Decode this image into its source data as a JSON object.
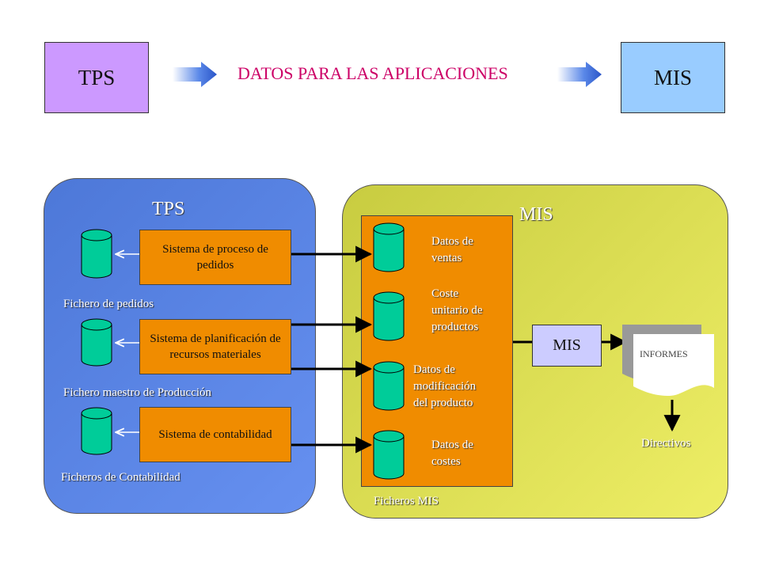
{
  "top": {
    "left_label": "TPS",
    "caption": "DATOS PARA LAS APLICACIONES",
    "right_label": "MIS",
    "colors": {
      "tps": "#cc99ff",
      "mis": "#99ccff",
      "caption": "#cc0066"
    }
  },
  "tps_panel": {
    "title": "TPS",
    "systems": [
      {
        "label": "Sistema de proceso de pedidos",
        "file": "Fichero de pedidos"
      },
      {
        "label": "Sistema de planificación de recursos materiales",
        "file": "Fichero maestro de Producción"
      },
      {
        "label": "Sistema de contabilidad",
        "file": "Ficheros de Contabilidad"
      }
    ],
    "color": "#4d78d8"
  },
  "mis_panel": {
    "title": "MIS",
    "files_label": "Ficheros MIS",
    "data_items": [
      {
        "line1": "Datos de",
        "line2": "ventas"
      },
      {
        "line1": "Coste",
        "line2": "unitario de",
        "line3": "productos"
      },
      {
        "line1": "Datos de",
        "line2": "modificación",
        "line3": "del  producto"
      },
      {
        "line1": "Datos de",
        "line2": "costes"
      }
    ],
    "mis_box": "MIS",
    "report": "INFORMES",
    "audience": "Directivos",
    "color": "#dddd55"
  },
  "icons": {
    "database": "cylinder-icon",
    "arrow": "block-arrow-icon",
    "report": "document-icon"
  }
}
